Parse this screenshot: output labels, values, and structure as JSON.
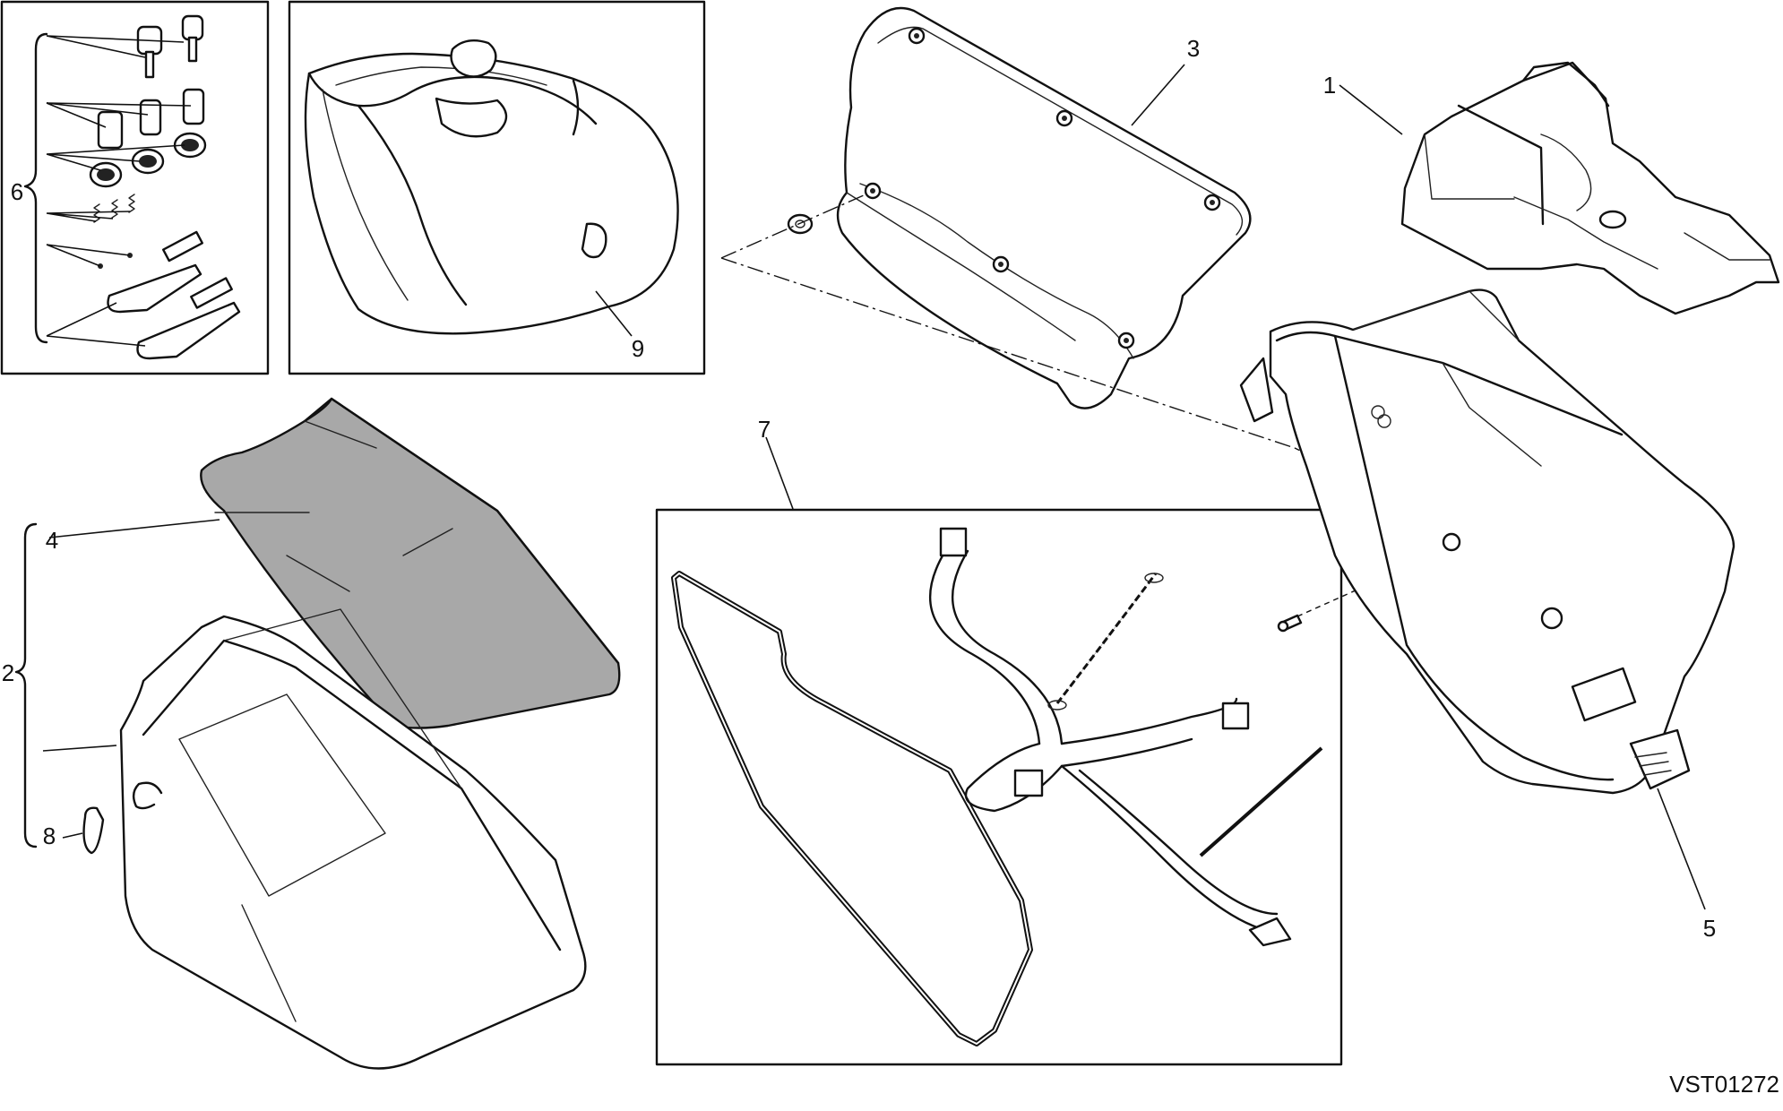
{
  "diagram": {
    "drawing_code": "VST01272",
    "callouts": [
      {
        "id": "1",
        "label": "1"
      },
      {
        "id": "2",
        "label": "2"
      },
      {
        "id": "3",
        "label": "3"
      },
      {
        "id": "4",
        "label": "4"
      },
      {
        "id": "5",
        "label": "5"
      },
      {
        "id": "6",
        "label": "6"
      },
      {
        "id": "7",
        "label": "7"
      },
      {
        "id": "8",
        "label": "8"
      },
      {
        "id": "9",
        "label": "9"
      }
    ],
    "parts": [
      {
        "callout": "1",
        "icon": "mounting-bracket-icon"
      },
      {
        "callout": "2",
        "icon": "pannier-shell-assembly-icon"
      },
      {
        "callout": "3",
        "icon": "pannier-inner-panel-icon"
      },
      {
        "callout": "4",
        "icon": "pannier-lid-icon"
      },
      {
        "callout": "5",
        "icon": "pannier-case-icon"
      },
      {
        "callout": "6",
        "icon": "lock-set-icon"
      },
      {
        "callout": "7",
        "icon": "seal-and-strap-kit-icon"
      },
      {
        "callout": "8",
        "icon": "reflector-icon"
      },
      {
        "callout": "9",
        "icon": "inner-bag-icon"
      }
    ],
    "colors": {
      "line": "#111111",
      "lid_fill": "#a8a8a8",
      "background": "#ffffff"
    }
  }
}
